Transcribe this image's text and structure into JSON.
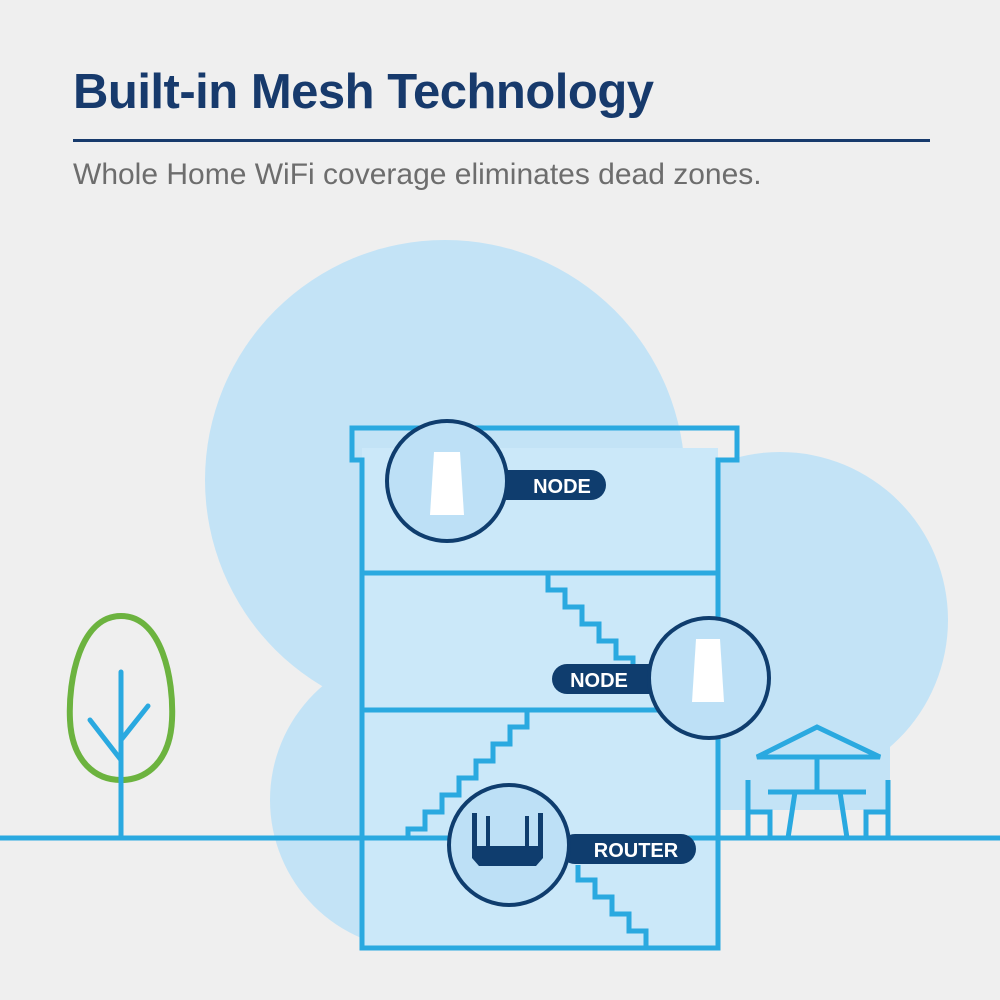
{
  "header": {
    "title": "Built-in Mesh Technology",
    "subtitle": "Whole Home WiFi coverage eliminates dead zones."
  },
  "diagram": {
    "labels": {
      "node_top": "NODE",
      "node_middle": "NODE",
      "router": "ROUTER"
    },
    "colors": {
      "title": "#173a6c",
      "line": "#2aa9e0",
      "coverage": "#c3e3f6",
      "badge": "#0f3d6e",
      "tree": "#6cb33f"
    }
  }
}
